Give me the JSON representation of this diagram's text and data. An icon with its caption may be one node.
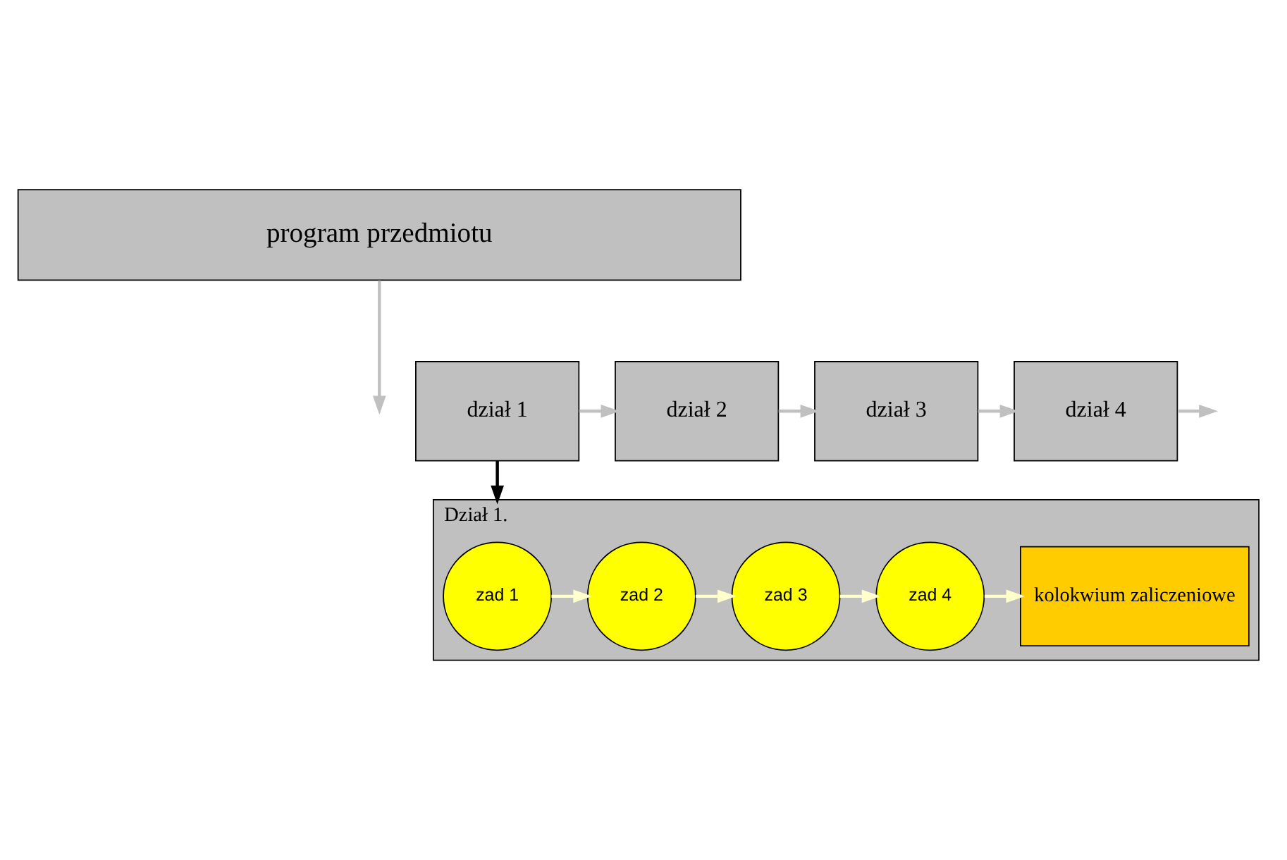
{
  "diagram": {
    "nodes": [
      {
        "text": [
          "program przedmiotu"
        ]
      },
      {
        "text": [
          "dział 1"
        ]
      },
      {
        "text": [
          "dział 2"
        ]
      },
      {
        "text": [
          "dział 3"
        ]
      },
      {
        "text": [
          "dział 4"
        ]
      },
      {
        "text": [
          "Dział 1."
        ]
      },
      {
        "text": [
          "zad 1"
        ],
        "in": 5
      },
      {
        "text": [
          "zad 2"
        ],
        "in": 5
      },
      {
        "text": [
          "zad 3"
        ],
        "in": 5
      },
      {
        "text": [
          "zad 4"
        ],
        "in": 5
      },
      {
        "text": [
          "kolokwium zaliczeniowe"
        ],
        "in": 5
      }
    ],
    "edges": [
      {
        "from": 0,
        "to": null,
        "arrow": "to",
        "color": "#c0c0c0"
      },
      {
        "from": 1,
        "to": 2,
        "arrow": "to",
        "color": "#c0c0c0"
      },
      {
        "from": 2,
        "to": 3,
        "arrow": "to",
        "color": "#c0c0c0"
      },
      {
        "from": 3,
        "to": 4,
        "arrow": "to",
        "color": "#c0c0c0"
      },
      {
        "from": 4,
        "to": null,
        "arrow": "to",
        "color": "#c0c0c0"
      },
      {
        "from": 1,
        "to": 5,
        "arrow": "to",
        "color": "#000000"
      },
      {
        "from": 6,
        "to": 7,
        "arrow": "to",
        "color": "#ffffcc"
      },
      {
        "from": 7,
        "to": 8,
        "arrow": "to",
        "color": "#ffffcc"
      },
      {
        "from": 8,
        "to": 9,
        "arrow": "to",
        "color": "#ffffcc"
      },
      {
        "from": 9,
        "to": 10,
        "arrow": "to",
        "color": "#ffffcc"
      }
    ]
  }
}
